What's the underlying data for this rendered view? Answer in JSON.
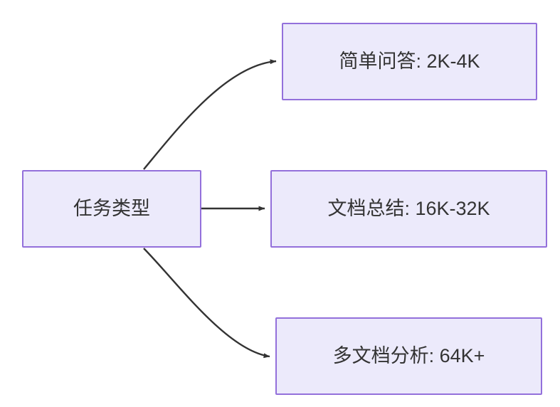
{
  "diagram": {
    "type": "flowchart",
    "direction": "left-to-right",
    "background_color": "#ffffff",
    "node_fill_color": "#ECEAFB",
    "node_border_color": "#9370DB",
    "node_text_color": "#333333",
    "edge_color": "#333333",
    "nodes": [
      {
        "id": "root",
        "label": "任务类型",
        "role": "source"
      },
      {
        "id": "simple-qa",
        "label": "简单问答: 2K-4K",
        "role": "target"
      },
      {
        "id": "doc-summary",
        "label": "文档总结: 16K-32K",
        "role": "target"
      },
      {
        "id": "multi-doc",
        "label": "多文档分析: 64K+",
        "role": "target"
      }
    ],
    "edges": [
      {
        "id": "edge-root-simple-qa",
        "from": "root",
        "to": "simple-qa",
        "style": "curved",
        "arrow": "arrowhead-end"
      },
      {
        "id": "edge-root-doc-summary",
        "from": "root",
        "to": "doc-summary",
        "style": "straight",
        "arrow": "arrowhead-end"
      },
      {
        "id": "edge-root-multi-doc",
        "from": "root",
        "to": "multi-doc",
        "style": "curved",
        "arrow": "arrowhead-end"
      }
    ]
  }
}
